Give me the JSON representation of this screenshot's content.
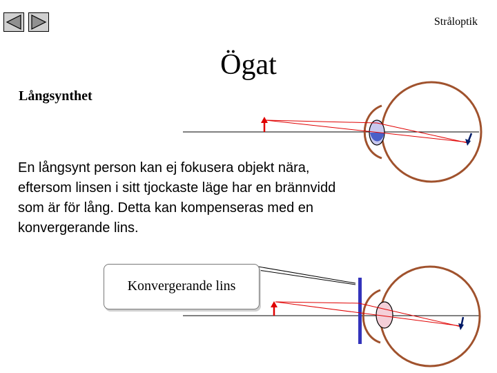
{
  "header": {
    "section_label": "Stråloptik"
  },
  "title": "Ögat",
  "subtitle": "Långsynthet",
  "body_lines": [
    "En långsynt person kan ej fokusera objekt nära,",
    "eftersom linsen i sitt tjockaste läge har en brännvidd",
    "som är för lång. Detta kan kompenseras med en",
    "konvergerande lins."
  ],
  "callout": {
    "label": "Konvergerande lins"
  },
  "colors": {
    "ray": "#ff0000",
    "eye_outline": "#a0522d",
    "corrective_lens": "#3333bb",
    "lens_fill": "#c8c8ee",
    "image_arrow": "#001a66"
  },
  "icons": {
    "prev": "triangle-left-icon",
    "next": "triangle-right-icon"
  }
}
